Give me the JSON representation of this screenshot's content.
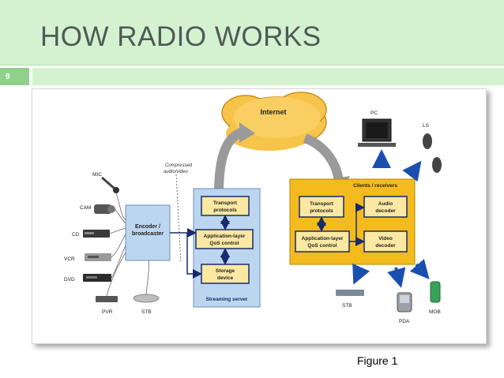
{
  "slide": {
    "title": "HOW RADIO WORKS",
    "number": "9",
    "caption": "Figure 1"
  },
  "diagram": {
    "internet": "Internet",
    "compressed_line1": "Compressed",
    "compressed_line2": "audio/video",
    "sources": {
      "mic": "MIC",
      "cam": "CAM",
      "cd": "CD",
      "vcr": "VCR",
      "dvd": "DVD",
      "pvr": "PVR",
      "stb": "STB"
    },
    "encoder": {
      "line1": "Encoder /",
      "line2": "broadcaster"
    },
    "server": {
      "title": "Streaming server",
      "transport": {
        "line1": "Transport",
        "line2": "protocols"
      },
      "qos": {
        "line1": "Application-layer",
        "line2": "QoS control"
      },
      "storage": {
        "line1": "Storage",
        "line2": "device"
      }
    },
    "clients": {
      "title": "Clients / receivers",
      "transport": {
        "line1": "Transport",
        "line2": "protocols"
      },
      "qos": {
        "line1": "Application-layer",
        "line2": "QoS control"
      },
      "audio": {
        "line1": "Audio",
        "line2": "decoder"
      },
      "video": {
        "line1": "Video",
        "line2": "decoder"
      }
    },
    "devices": {
      "pc": "PC",
      "ls": "LS",
      "stb": "STB",
      "pda": "PDA",
      "mob": "MOB"
    },
    "colors": {
      "slide_band": "#d4f2d0",
      "server_fill": "#bcd6ef",
      "client_fill": "#f4bb1f",
      "inner_box": "#fbe8a3",
      "arrow_blue": "#1a4fb0",
      "cloud": "#f7c44a"
    }
  }
}
